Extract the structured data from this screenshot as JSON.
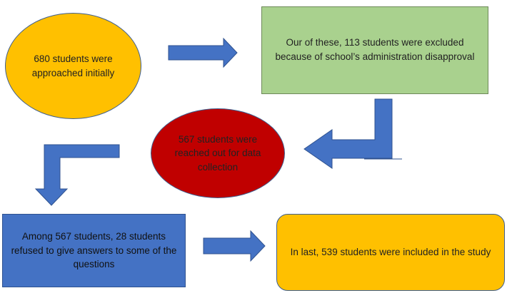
{
  "colors": {
    "arrow_fill": "#4472c4",
    "arrow_stroke": "#2f528f",
    "yellow": "#ffc000",
    "green": "#a9d18e",
    "red": "#c00000",
    "blue": "#4472c4"
  },
  "nodes": {
    "approached": "680 students were approached initially",
    "excluded": "Our of these, 113 students were excluded because of school’s administration disapproval",
    "reached": "567 students were reached out for data collection",
    "refused": "Among 567 students, 28 students refused to give answers to some of the questions",
    "included": "In last, 539 students were included in the study"
  }
}
